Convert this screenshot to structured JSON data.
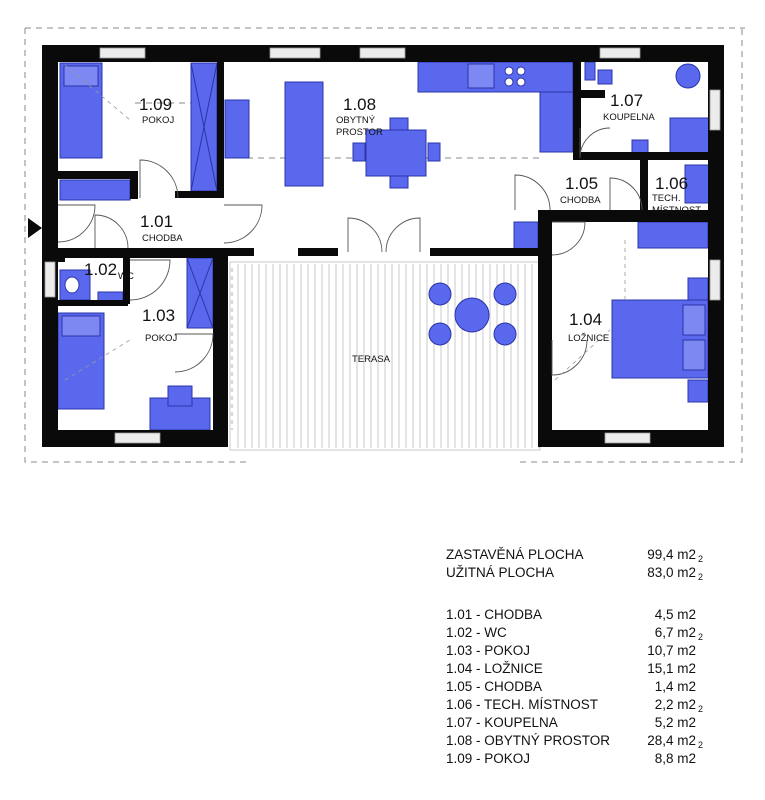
{
  "rooms": {
    "r101": {
      "num": "1.01",
      "name": "CHODBA"
    },
    "r102": {
      "num": "1.02",
      "name": "WC"
    },
    "r103": {
      "num": "1.03",
      "name": "POKOJ"
    },
    "r104": {
      "num": "1.04",
      "name": "LOŽNICE"
    },
    "r105": {
      "num": "1.05",
      "name": "CHODBA"
    },
    "r106": {
      "num": "1.06",
      "name1": "TECH.",
      "name2": "MÍSTNOST"
    },
    "r107": {
      "num": "1.07",
      "name": "KOUPELNA"
    },
    "r108": {
      "num": "1.08",
      "name1": "OBYTNÝ",
      "name2": "PROSTOR"
    },
    "r109": {
      "num": "1.09",
      "name": "POKOJ"
    },
    "terasa": "TERASA"
  },
  "summary": [
    {
      "name": "ZASTAVĚNÁ PLOCHA",
      "value": "99,4 m2",
      "sub": "2"
    },
    {
      "name": "UŽITNÁ PLOCHA",
      "value": "83,0 m2",
      "sub": "2"
    }
  ],
  "areas": [
    {
      "name": "1.01 - CHODBA",
      "value": "4,5 m2",
      "sub": ""
    },
    {
      "name": "1.02 - WC",
      "value": "6,7 m2",
      "sub": "2"
    },
    {
      "name": "1.03 - POKOJ",
      "value": "10,7 m2",
      "sub": ""
    },
    {
      "name": "1.04 - LOŽNICE",
      "value": "15,1 m2",
      "sub": ""
    },
    {
      "name": "1.05 - CHODBA",
      "value": "1,4 m2",
      "sub": ""
    },
    {
      "name": "1.06 - TECH. MÍSTNOST",
      "value": "2,2 m2",
      "sub": "2"
    },
    {
      "name": "1.07 - KOUPELNA",
      "value": "5,2 m2",
      "sub": ""
    },
    {
      "name": "1.08 - OBYTNÝ PROSTOR",
      "value": "28,4 m2",
      "sub": "2"
    },
    {
      "name": "1.09 - POKOJ",
      "value": "8,8 m2",
      "sub": ""
    }
  ],
  "colors": {
    "wall": "#0a0a0a",
    "furniture": "#5a68ee",
    "furniture_stroke": "#2a34a8",
    "window": "#e6e6e6",
    "dash": "#8a8a8a"
  }
}
